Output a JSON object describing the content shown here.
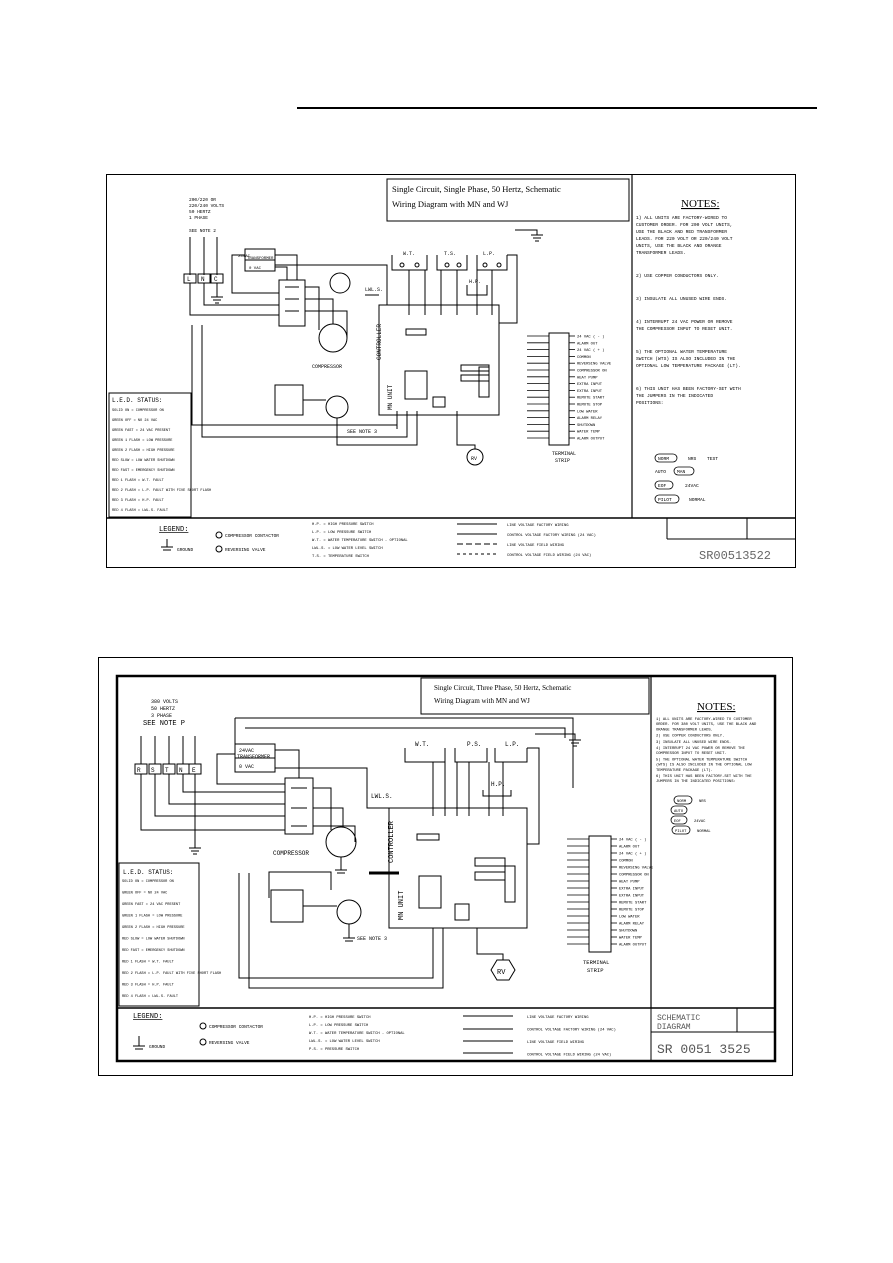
{
  "diagram1": {
    "title_line1": "Single Circuit, Single Phase, 50 Hertz, Schematic",
    "title_line2": "Wiring Diagram with MN and WJ",
    "supply": [
      "200/220 OR",
      "220/240 VOLTS",
      "50 HERTZ",
      "1 PHASE"
    ],
    "see_note": "SEE NOTE 2",
    "terminals": [
      "L",
      "N",
      "C"
    ],
    "transformer_labels": [
      "24VAC",
      "TRANSFORMER",
      "0 VAC"
    ],
    "controller": "CONTROLLER",
    "unit": "MN UNIT",
    "compressor": "COMPRESSOR",
    "see_note3": "SEE NOTE 3",
    "switches": [
      "W.T.",
      "T.S.",
      "L.P.",
      "H.P.",
      "LWL.S."
    ],
    "led_title": "L.E.D. STATUS:",
    "led_items": [
      "SOLID ON = COMPRESSOR ON",
      "GREEN OFF = NO 24 VAC",
      "GREEN FAST = 24 VAC PRESENT",
      "GREEN 1 FLASH = LOW PRESSURE",
      "GREEN 2 FLASH = HIGH PRESSURE",
      "RED SLOW = LOW WATER SHUTDOWN",
      "RED FAST = EMERGENCY SHUTDOWN",
      "RED 1 FLASH = W.T. FAULT",
      "RED 2 FLASH = L.P. FAULT WITH FIVE SHORT FLASH",
      "RED 3 FLASH = H.P. FAULT",
      "RED 4 FLASH = LWL.S. FAULT"
    ],
    "terminal_strip": [
      "24 VAC ( - )",
      "ALARM OUT",
      "24 VAC ( + )",
      "COMMON",
      "REVERSING VALVE",
      "COMPRESSOR ON",
      "HEAT PUMP",
      "EXTRA INPUT",
      "EXTRA INPUT",
      "REMOTE START",
      "REMOTE STOP",
      "LOW WATER",
      "ALARM RELAY",
      "SHUTDOWN",
      "WATER TEMP",
      "ALARM OUTPUT"
    ],
    "terminal_label": [
      "TERMINAL",
      "STRIP"
    ],
    "notes_title": "NOTES:",
    "notes": [
      "1) ALL UNITS ARE FACTORY-WIRED TO CUSTOMER ORDER. FOR 200 VOLT UNITS, USE THE BLACK AND RED TRANSFORMER LEADS. FOR 220 VOLT OR 220/240 VOLT UNITS, USE THE BLACK AND ORANGE TRANSFORMER LEADS.",
      "2) USE COPPER CONDUCTORS ONLY.",
      "3) INSULATE ALL UNUSED WIRE ENDS.",
      "4) INTERRUPT 24 VAC POWER OR REMOVE THE COMPRESSOR INPUT TO RESET UNIT.",
      "5) THE OPTIONAL WATER TEMPERATURE SWITCH (WTS) IS ALSO INCLUDED IN THE OPTIONAL LOW TEMPERATURE PACKAGE (LT).",
      "6) THIS UNIT HAS BEEN FACTORY-SET WITH THE JUMPERS IN THE INDICATED POSITIONS:"
    ],
    "jumpers": [
      "NORM",
      "NRS",
      "TEST",
      "AUTO",
      "MAN",
      "EOF",
      "24VAC",
      "PILOT",
      "NORMAL"
    ],
    "legend_title": "LEGEND:",
    "legend_symbols": [
      "GROUND",
      "COMPRESSOR CONTACTOR",
      "REVERSING VALVE"
    ],
    "legend_abbrev": [
      "H.P. = HIGH PRESSURE SWITCH",
      "L.P. = LOW PRESSURE SWITCH",
      "W.T. = WATER TEMPERATURE SWITCH - OPTIONAL",
      "LWL.S. = LOW WATER LEVEL SWITCH",
      "T.S. = TEMPERATURE SWITCH"
    ],
    "legend_lines": [
      "LINE VOLTAGE FACTORY WIRING",
      "CONTROL VOLTAGE FACTORY WIRING (24 VAC)",
      "LINE VOLTAGE FIELD WIRING",
      "CONTROL VOLTAGE FIELD WIRING (24 VAC)"
    ],
    "drawing_number": "SR00513522",
    "rv": "RV"
  },
  "diagram2": {
    "title_line1": "Single Circuit, Three Phase, 50 Hertz, Schematic",
    "title_line2": "Wiring Diagram with MN and WJ",
    "supply": [
      "380 VOLTS",
      "50 HERTZ",
      "3 PHASE"
    ],
    "see_note": "SEE NOTE P",
    "terminals": [
      "R",
      "S",
      "T",
      "N",
      "E"
    ],
    "transformer_labels": [
      "24VAC",
      "TRANSFORMER",
      "0 VAC"
    ],
    "controller": "CONTROLLER",
    "unit": "MN UNIT",
    "compressor": "COMPRESSOR",
    "see_note3": "SEE NOTE 3",
    "switches": [
      "W.T.",
      "P.S.",
      "L.P.",
      "H.P.",
      "LWL.S."
    ],
    "led_title": "L.E.D. STATUS:",
    "led_items": [
      "SOLID ON = COMPRESSOR ON",
      "GREEN OFF = NO 24 VAC",
      "GREEN FAST = 24 VAC PRESENT",
      "GREEN 1 FLASH = LOW PRESSURE",
      "GREEN 2 FLASH = HIGH PRESSURE",
      "RED SLOW = LOW WATER SHUTDOWN",
      "RED FAST = EMERGENCY SHUTDOWN",
      "RED 1 FLASH = W.T. FAULT",
      "RED 2 FLASH = L.P. FAULT WITH FIVE SHORT FLASH",
      "RED 3 FLASH = H.P. FAULT",
      "RED 4 FLASH = LWL.S. FAULT"
    ],
    "terminal_strip": [
      "24 VAC ( - )",
      "ALARM OUT",
      "24 VAC ( + )",
      "COMMON",
      "REVERSING VALVE",
      "COMPRESSOR ON",
      "HEAT PUMP",
      "EXTRA INPUT",
      "EXTRA INPUT",
      "REMOTE START",
      "REMOTE STOP",
      "LOW WATER",
      "ALARM RELAY",
      "SHUTDOWN",
      "WATER TEMP",
      "ALARM OUTPUT"
    ],
    "terminal_label": [
      "TERMINAL",
      "STRIP"
    ],
    "notes_title": "NOTES:",
    "notes": [
      "1) ALL UNITS ARE FACTORY-WIRED TO CUSTOMER ORDER. FOR 380 VOLT UNITS, USE THE BLACK AND ORANGE TRANSFORMER LEADS.",
      "2) USE COPPER CONDUCTORS ONLY.",
      "3) INSULATE ALL UNUSED WIRE ENDS.",
      "4) INTERRUPT 24 VAC POWER OR REMOVE THE COMPRESSOR INPUT TO RESET UNIT.",
      "5) THE OPTIONAL WATER TEMPERATURE SWITCH (WTS) IS ALSO INCLUDED IN THE OPTIONAL LOW TEMPERATURE PACKAGE (LT).",
      "6) THIS UNIT HAS BEEN FACTORY-SET WITH THE JUMPERS IN THE INDICATED POSITIONS:"
    ],
    "jumpers": [
      "NORM",
      "NRS",
      "AUTO",
      "EOF",
      "24VAC",
      "PILOT",
      "NORMAL"
    ],
    "legend_title": "LEGEND:",
    "legend_symbols": [
      "GROUND",
      "COMPRESSOR CONTACTOR",
      "REVERSING VALVE"
    ],
    "legend_abbrev": [
      "H.P. = HIGH PRESSURE SWITCH",
      "L.P. = LOW PRESSURE SWITCH",
      "W.T. = WATER TEMPERATURE SWITCH - OPTIONAL",
      "LWL.S. = LOW WATER LEVEL SWITCH",
      "P.S. = PRESSURE SWITCH"
    ],
    "legend_lines": [
      "LINE VOLTAGE FACTORY WIRING",
      "CONTROL VOLTAGE FACTORY WIRING (24 VAC)",
      "LINE VOLTAGE FIELD WIRING",
      "CONTROL VOLTAGE FIELD WIRING (24 VAC)"
    ],
    "schematic_label": [
      "SCHEMATIC",
      "DIAGRAM"
    ],
    "drawing_number": "SR 0051 3525",
    "rv": "RV"
  }
}
